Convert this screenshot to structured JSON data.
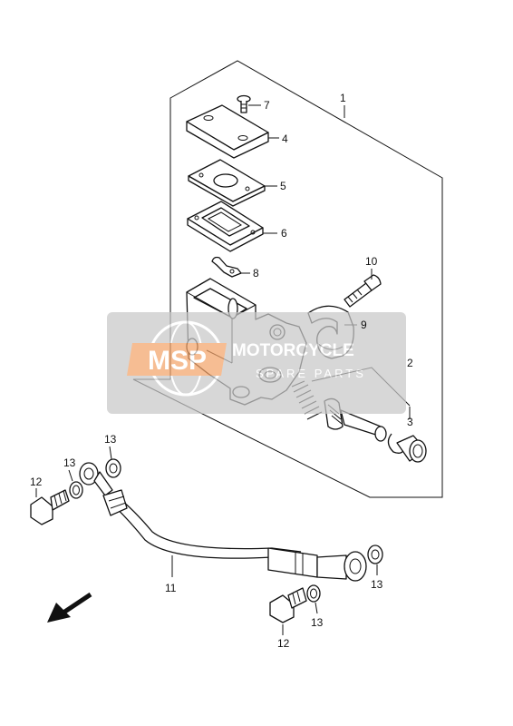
{
  "callouts": {
    "c1": "1",
    "c2": "2",
    "c3": "3",
    "c4": "4",
    "c5": "5",
    "c6": "6",
    "c7": "7",
    "c8": "8",
    "c9": "9",
    "c10": "10",
    "c11": "11",
    "c12a": "12",
    "c12b": "12",
    "c13a": "13",
    "c13b": "13",
    "c13c": "13",
    "c13d": "13"
  },
  "watermark": {
    "logo": "MSP",
    "title": "MOTORCYCLE",
    "subtitle": "SPARE PARTS"
  },
  "colors": {
    "watermark_gray": "#c8c8c8",
    "logo_orange": "#f3a46a",
    "line": "#111111"
  },
  "icons": {
    "direction": "front-arrow-icon"
  }
}
